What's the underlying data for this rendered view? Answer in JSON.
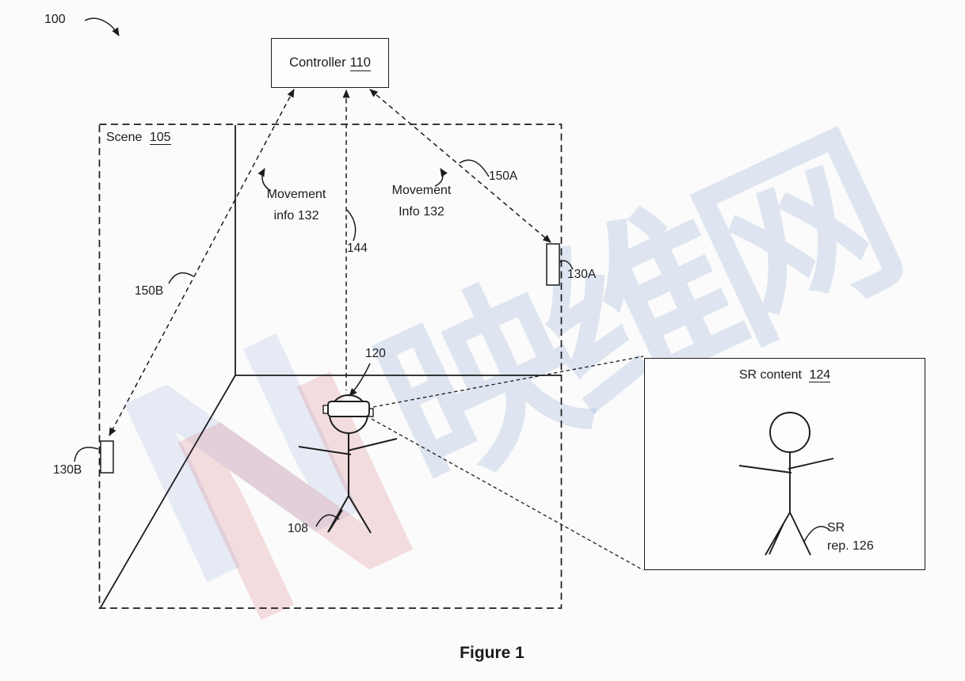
{
  "figure": {
    "ref": "100",
    "caption": "Figure 1"
  },
  "controller": {
    "label": "Controller",
    "num": "110"
  },
  "scene": {
    "label": "Scene",
    "num": "105"
  },
  "labels": {
    "movement_left": {
      "line1": "Movement",
      "line2": "info 132"
    },
    "movement_right": {
      "line1": "Movement",
      "line2": "Info 132"
    },
    "link_a": "150A",
    "link_b": "150B",
    "line_144": "144",
    "device_a": "130A",
    "device_b": "130B",
    "hmd": "120",
    "user": "108"
  },
  "sr_box": {
    "title": "SR content",
    "num": "124",
    "rep_line1": "SR",
    "rep_line2": "rep. 126"
  },
  "watermark": {
    "text": "映维网",
    "logo": "N"
  },
  "colors": {
    "line": "#1c1c1c",
    "background": "#fbfbfb",
    "watermark_blue": "#8da6d6",
    "watermark_red": "#d56370"
  }
}
